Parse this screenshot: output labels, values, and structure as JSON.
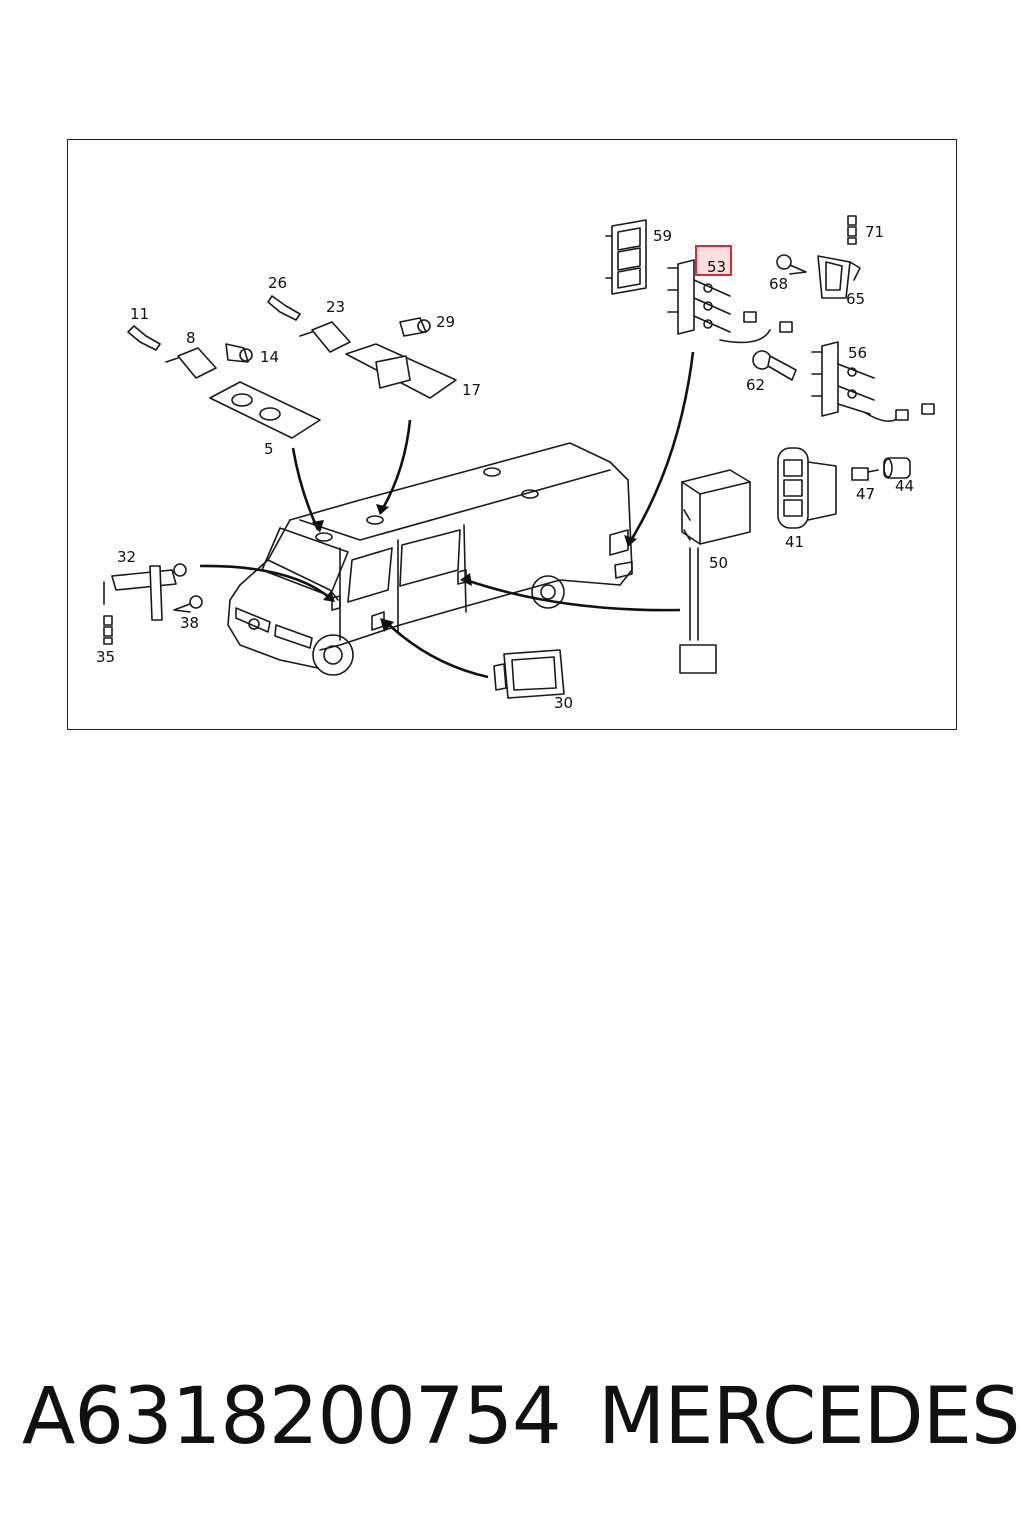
{
  "diagram": {
    "callouts": {
      "c71": "71",
      "c59": "59",
      "c53": "53",
      "c68": "68",
      "c65": "65",
      "c26": "26",
      "c23": "23",
      "c29": "29",
      "c11": "11",
      "c8": "8",
      "c14": "14",
      "c17": "17",
      "c56": "56",
      "c62": "62",
      "c5": "5",
      "c47": "47",
      "c44": "44",
      "c41": "41",
      "c50": "50",
      "c32": "32",
      "c38": "38",
      "c35": "35",
      "c30": "30"
    },
    "highlighted_callout": "53",
    "highlight_color": "#e0292f"
  },
  "footer": {
    "part_number": "A6318200754",
    "brand": "MERCEDES"
  }
}
